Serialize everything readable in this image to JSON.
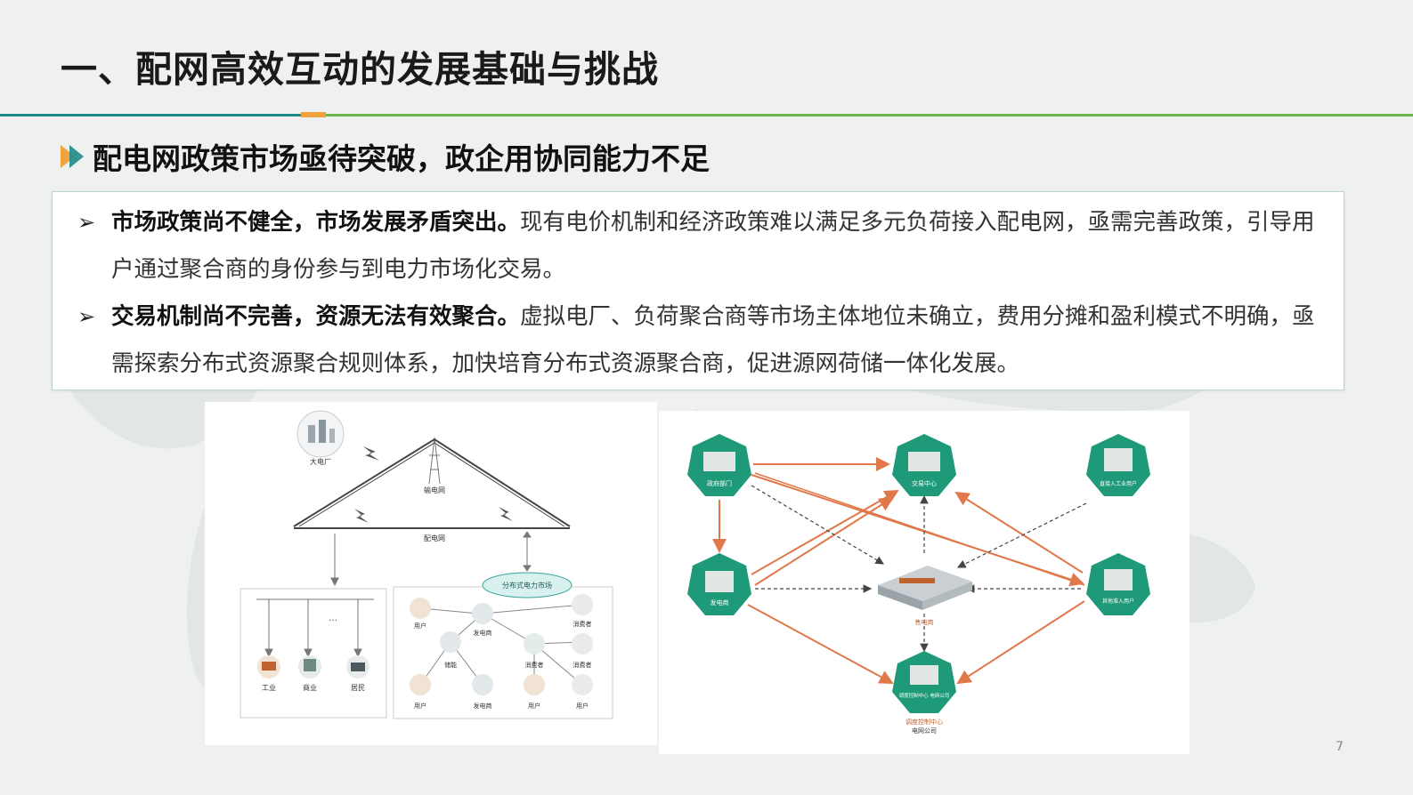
{
  "slide": {
    "title": "一、配网高效互动的发展基础与挑战",
    "subtitle": "配电网政策市场亟待突破，政企用协同能力不足",
    "page_number": "7"
  },
  "points": [
    {
      "bold": "市场政策尚不健全，市场发展矛盾突出。",
      "text": "现有电价机制和经济政策难以满足多元负荷接入配电网，亟需完善政策，引导用户通过聚合商的身份参与到电力市场化交易。"
    },
    {
      "bold": "交易机制尚不完善，资源无法有效聚合。",
      "text": "虚拟电厂、负荷聚合商等市场主体地位未确立，费用分摊和盈利模式不明确，亟需探索分布式资源聚合规则体系，加快培育分布式资源聚合商，促进源网荷储一体化发展。"
    }
  ],
  "left_diagram": {
    "power_plant": "大电厂",
    "transmission_grid": "输电网",
    "distribution_grid": "配电网",
    "ellipsis": "…",
    "consumers": [
      "工业",
      "商业",
      "居民"
    ],
    "market": "分布式电力市场",
    "market_nodes": [
      "用户",
      "发电商",
      "消费者",
      "储能",
      "消费者",
      "用户",
      "发电商",
      "用户",
      "用户"
    ]
  },
  "right_diagram": {
    "nodes": {
      "gov": "政府部门",
      "trading": "交易中心",
      "large_user": "直接入工业用户",
      "generator": "发电商",
      "retail": "其他准入用户",
      "dispatch": "调度控制中心 电网公司"
    },
    "center_label": "售电商",
    "caption": [
      "调度控制中心",
      "电网公司"
    ]
  },
  "colors": {
    "teal": "#1e8c86",
    "green": "#6bb54a",
    "orange": "#f0a33c",
    "hex_green": "#1f9a78",
    "arrow_orange": "#e0784a"
  }
}
